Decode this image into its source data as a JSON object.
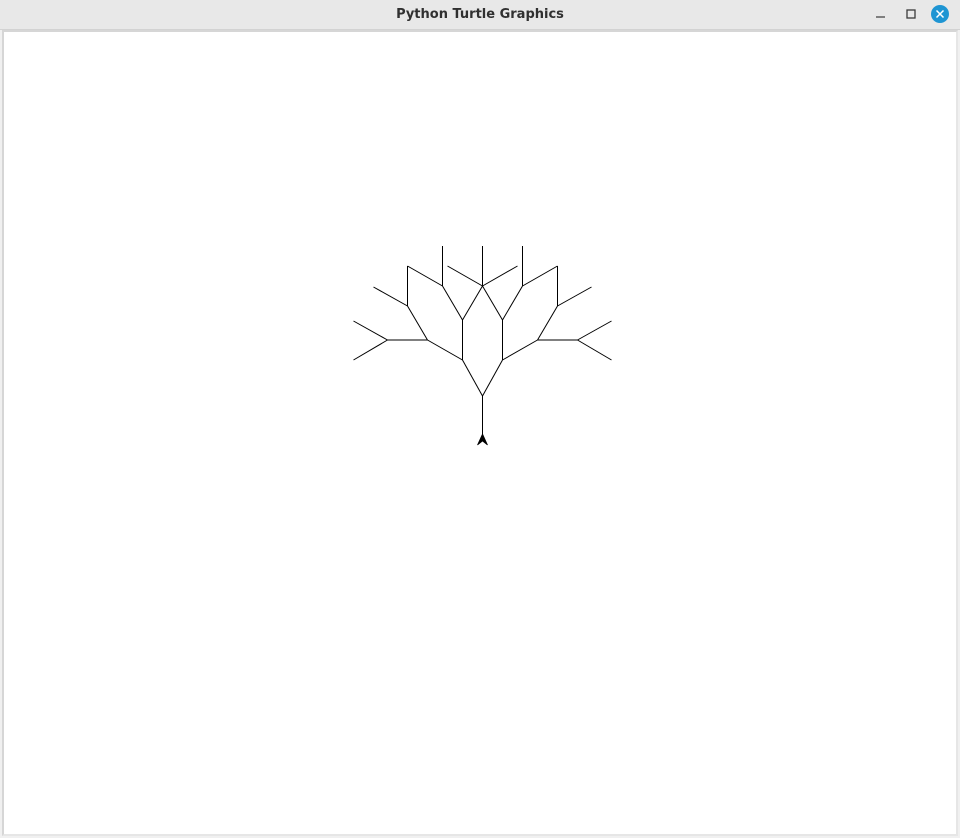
{
  "window": {
    "title": "Python Turtle Graphics"
  },
  "controls": {
    "minimize_icon": "minimize-icon",
    "maximize_icon": "maximize-icon",
    "close_icon": "close-icon"
  },
  "canvas": {
    "background": "#ffffff",
    "pen_color": "#000000",
    "close_accent": "#1e95d3"
  },
  "turtle": {
    "shape": "classic-arrow",
    "heading": "up"
  }
}
